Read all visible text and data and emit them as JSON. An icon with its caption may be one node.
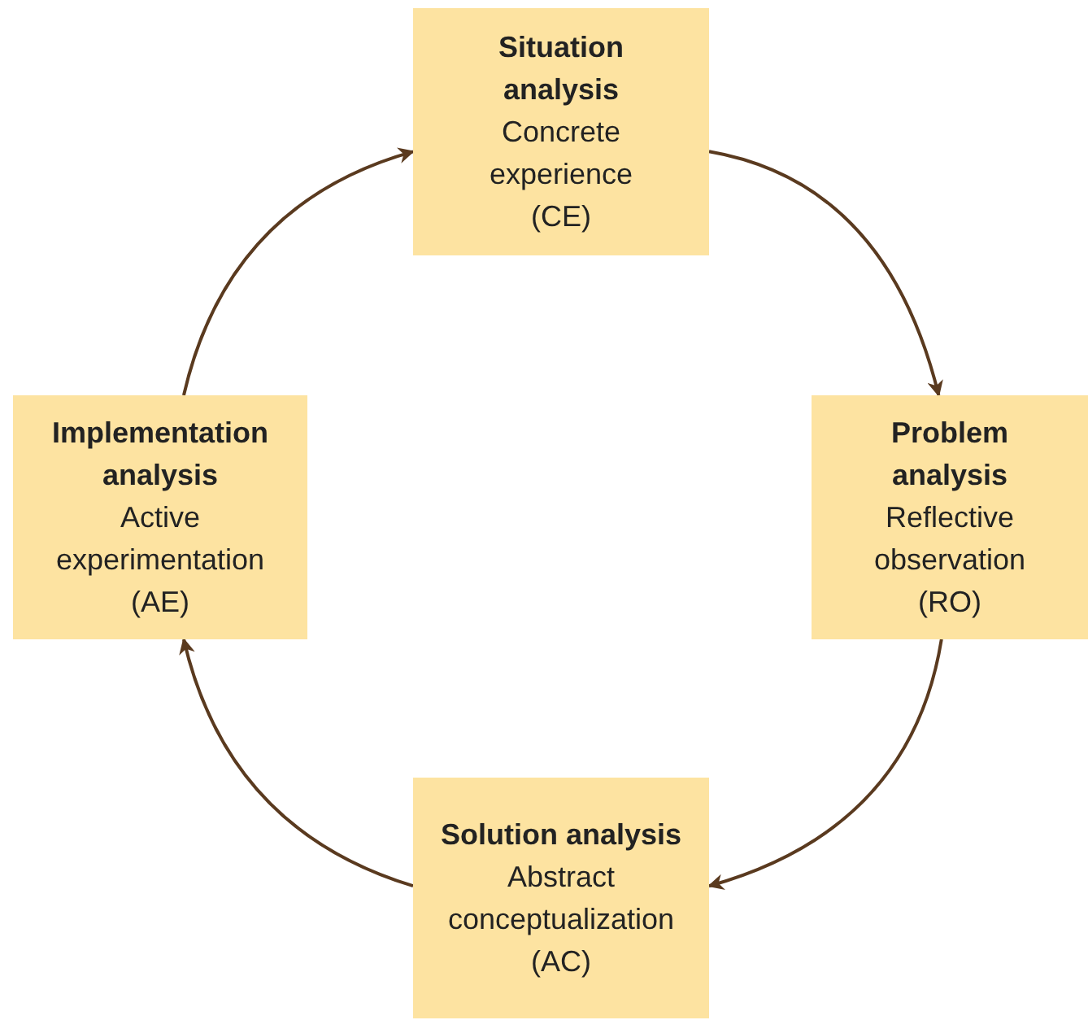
{
  "diagram": {
    "nodes": [
      {
        "text": [
          "Situation analysis",
          "Concrete experience (CE)"
        ]
      },
      {
        "text": [
          "Problem analysis",
          "Reflective observation (RO)"
        ]
      },
      {
        "text": [
          "Solution analysis",
          "Abstract conceptualization (AC)"
        ]
      },
      {
        "text": [
          "Implementation analysis",
          "Active experimentation (AE)"
        ]
      }
    ],
    "edges": [
      {
        "from": 0,
        "to": 1,
        "arrow": "to"
      },
      {
        "from": 1,
        "to": 2,
        "arrow": "to"
      },
      {
        "from": 2,
        "to": 3,
        "arrow": "to"
      },
      {
        "from": 3,
        "to": 0,
        "arrow": "to"
      }
    ]
  }
}
